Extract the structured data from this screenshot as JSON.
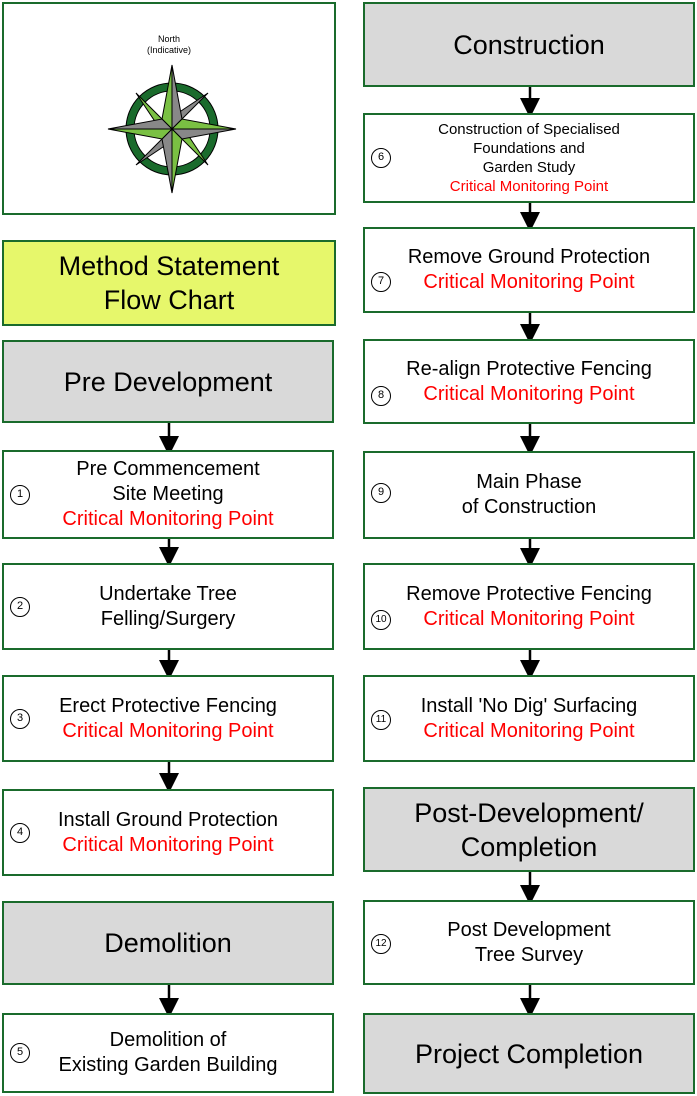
{
  "compass": {
    "label_line1": "North",
    "label_line2": "(Indicative)",
    "icon": "compass-rose-icon"
  },
  "title_box": {
    "line1": "Method Statement",
    "line2": "Flow Chart"
  },
  "critical": "Critical Monitoring Point",
  "left": {
    "pre_dev": "Pre Development",
    "step1": {
      "num": "1",
      "line1": "Pre Commencement",
      "line2": "Site Meeting"
    },
    "step2": {
      "num": "2",
      "line1": "Undertake Tree",
      "line2": "Felling/Surgery"
    },
    "step3": {
      "num": "3",
      "line1": "Erect Protective Fencing"
    },
    "step4": {
      "num": "4",
      "line1": "Install Ground Protection"
    },
    "demolition": "Demolition",
    "step5": {
      "num": "5",
      "line1": "Demolition of",
      "line2": "Existing Garden Building"
    }
  },
  "right": {
    "construction": "Construction",
    "step6": {
      "num": "6",
      "line1": "Construction of Specialised",
      "line2": "Foundations and",
      "line3": "Garden Study"
    },
    "step7": {
      "num": "7",
      "line1": "Remove Ground Protection"
    },
    "step8": {
      "num": "8",
      "line1": "Re-align Protective Fencing"
    },
    "step9": {
      "num": "9",
      "line1": "Main Phase",
      "line2": "of Construction"
    },
    "step10": {
      "num": "10",
      "line1": "Remove Protective Fencing"
    },
    "step11": {
      "num": "11",
      "line1": "Install 'No Dig' Surfacing"
    },
    "post_dev": {
      "line1": "Post-Development/",
      "line2": "Completion"
    },
    "step12": {
      "num": "12",
      "line1": "Post Development",
      "line2": "Tree Survey"
    },
    "project_completion": "Project Completion"
  },
  "colors": {
    "border": "#1a6b2c",
    "grey": "#d9d9d9",
    "yellow": "#e6f76b",
    "red": "#ff0000"
  }
}
